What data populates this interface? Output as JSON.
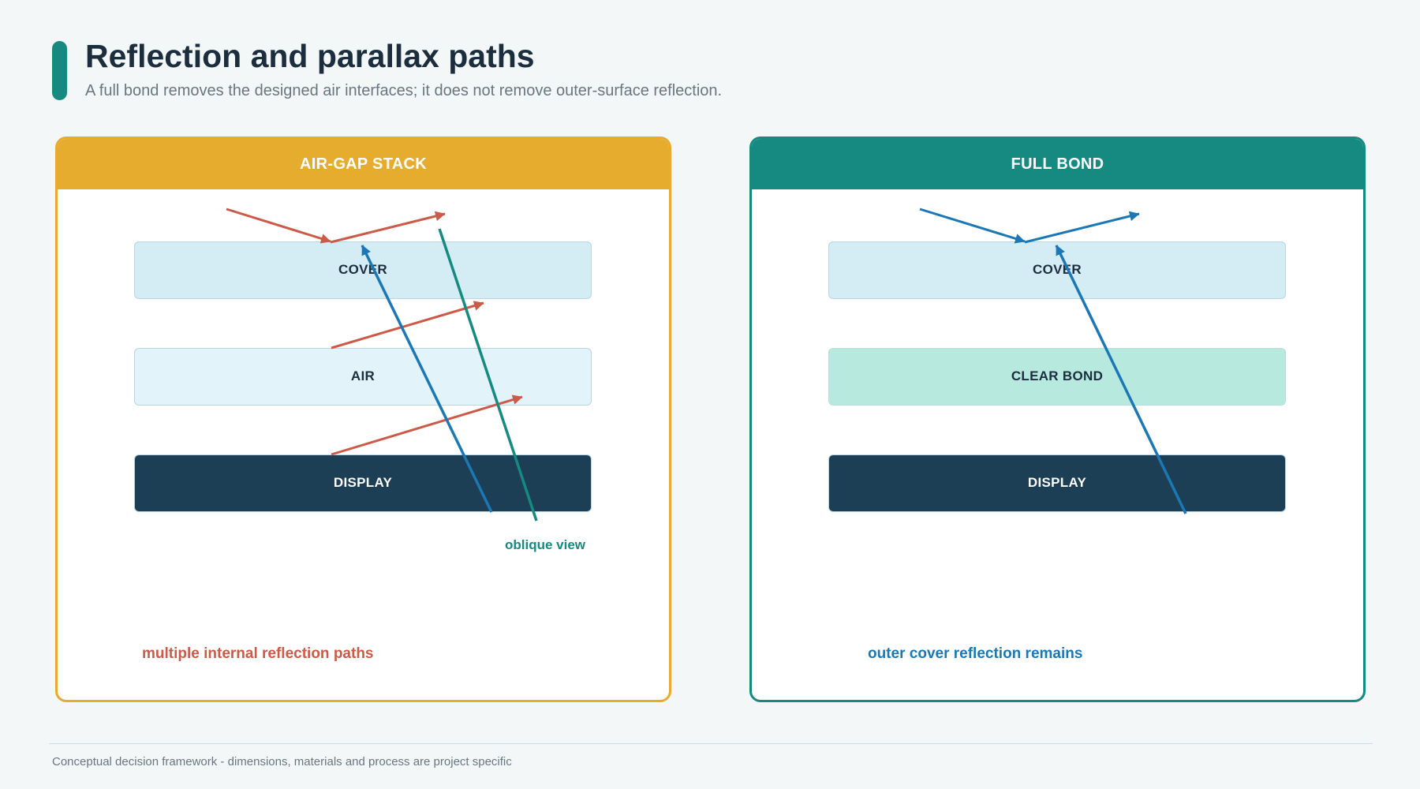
{
  "header": {
    "title": "Reflection and parallax paths",
    "subtitle": "A full bond removes the designed air interfaces; it does not remove outer-surface reflection."
  },
  "panels": {
    "air_gap": {
      "title": "AIR-GAP STACK",
      "layers": [
        "COVER",
        "AIR",
        "DISPLAY"
      ],
      "view_label": "oblique view",
      "note": "multiple internal reflection paths"
    },
    "full_bond": {
      "title": "FULL BOND",
      "layers": [
        "COVER",
        "CLEAR BOND",
        "DISPLAY"
      ],
      "note": "outer cover reflection remains"
    }
  },
  "footer": {
    "note": "Conceptual decision framework - dimensions, materials and process are project specific"
  },
  "colors": {
    "air_gap_accent": "#e5ac2e",
    "full_bond_accent": "#168a80",
    "reflection_ray": "#cc5a48",
    "display_ray": "#1b78b4",
    "view_ray": "#168a80",
    "display_layer": "#1c3f55"
  }
}
